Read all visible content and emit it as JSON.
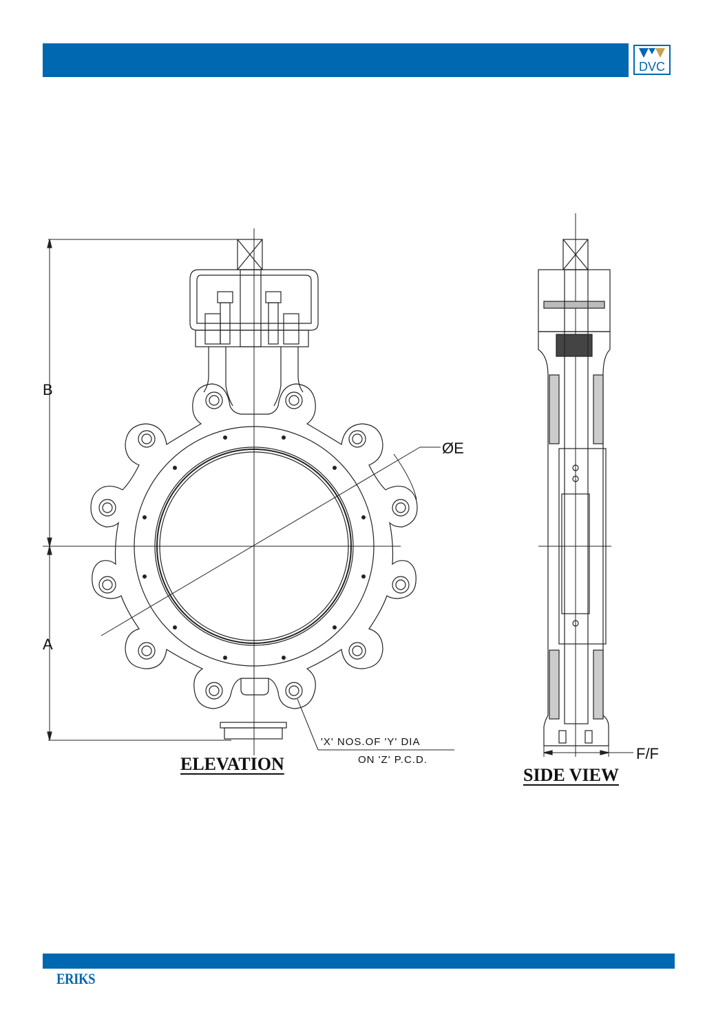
{
  "header": {
    "bar_color": "#0067b1",
    "logo_text": "DVC"
  },
  "footer": {
    "bar_color": "#0067b1",
    "brand": "ERIKS"
  },
  "drawing": {
    "elevation_title": "ELEVATION",
    "side_view_title": "SIDE VIEW",
    "dim_a": "A",
    "dim_b": "B",
    "dim_e": "ØE",
    "dim_ff": "F/F",
    "bolt_note_line1": "'X' NOS.OF 'Y' DIA",
    "bolt_note_line2": "ON 'Z' P.C.D."
  }
}
